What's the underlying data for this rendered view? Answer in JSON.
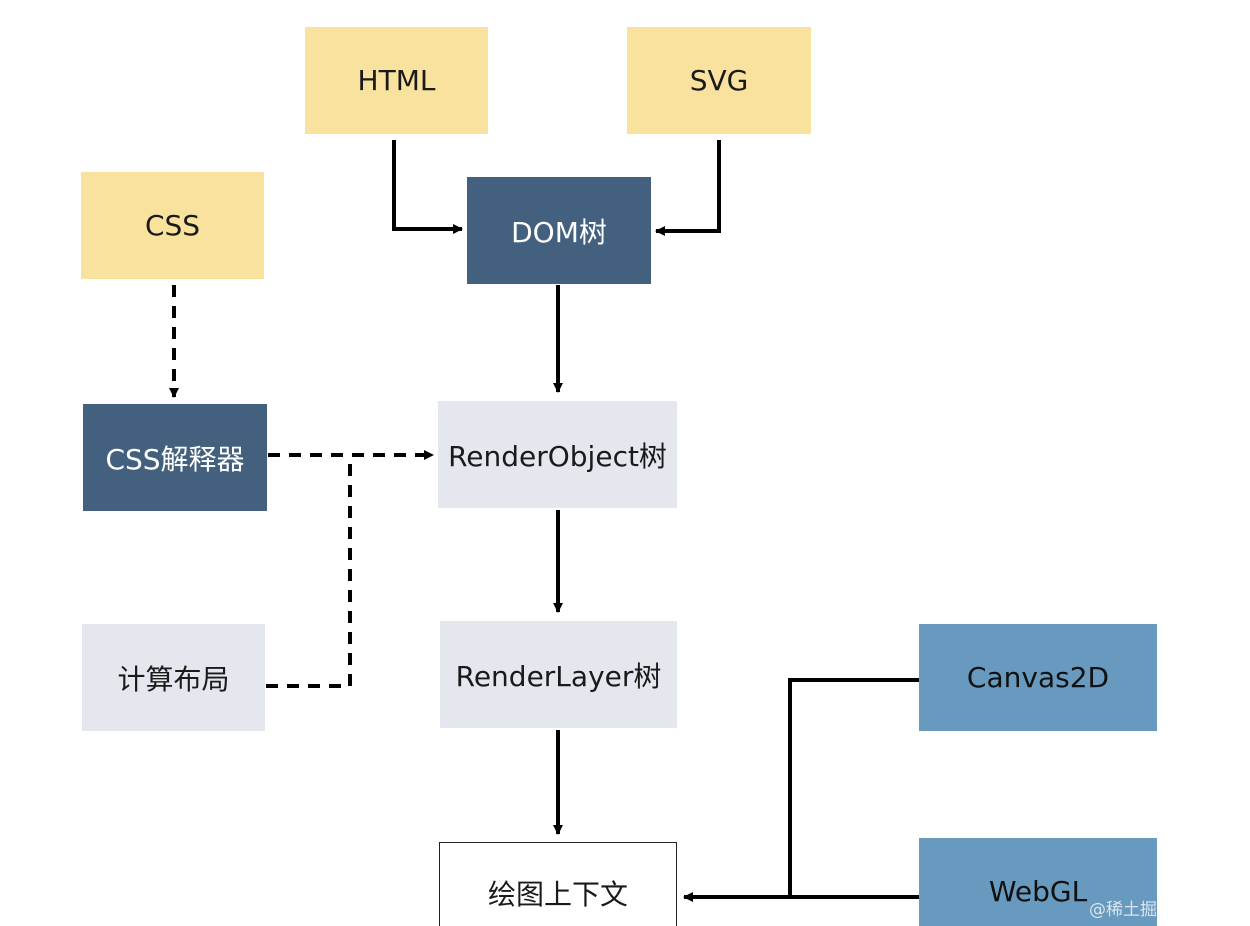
{
  "nodes": {
    "html": "HTML",
    "svg": "SVG",
    "css": "CSS",
    "dom_tree": "DOM树",
    "css_interpreter": "CSS解释器",
    "render_object_tree": "RenderObject树",
    "compute_layout": "计算布局",
    "render_layer_tree": "RenderLayer树",
    "canvas2d": "Canvas2D",
    "webgl": "WebGL",
    "drawing_context": "绘图上下文"
  },
  "watermark": "@稀土掘金技术社区",
  "colors": {
    "input_yellow": "#f8e29e",
    "process_navy": "#44607f",
    "structure_grey": "#e4e8ee",
    "api_blue": "#6899bf",
    "edge": "#000000"
  },
  "edge_styles": {
    "solid": "direct flow",
    "dashed": "style / layout contribution"
  }
}
